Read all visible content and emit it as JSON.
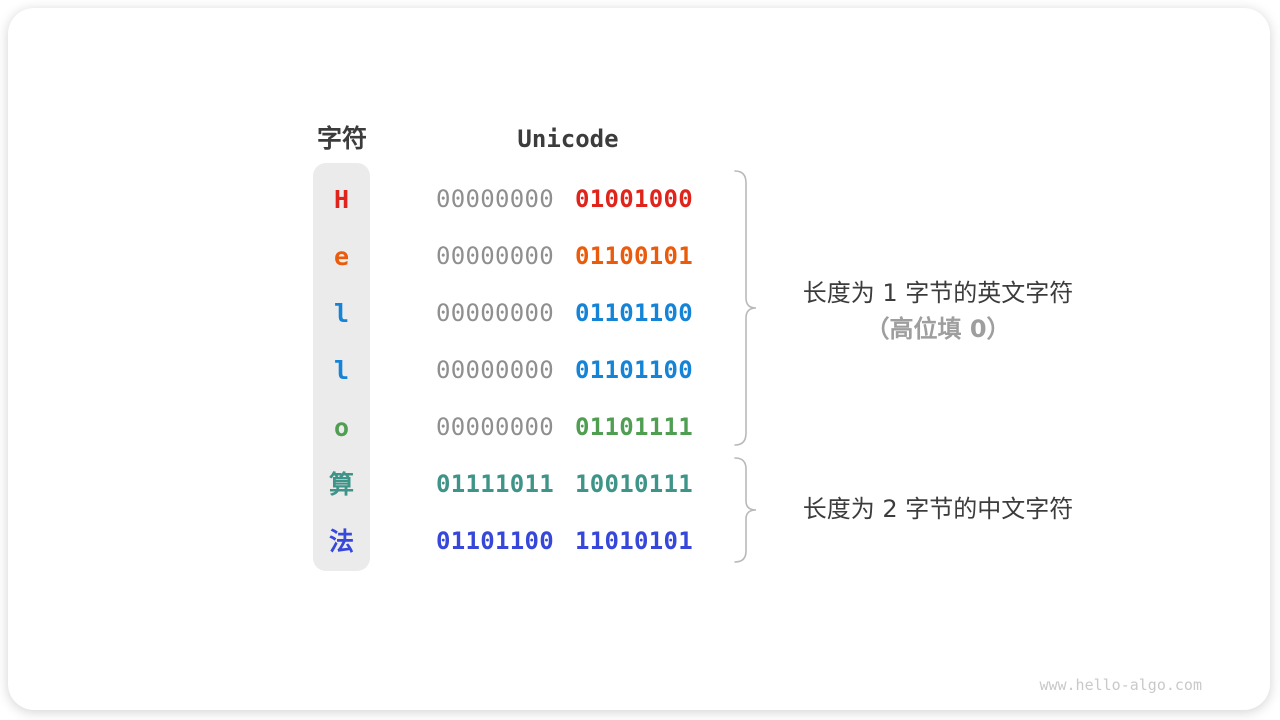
{
  "header": {
    "char_label": "字符",
    "unicode_label": "Unicode"
  },
  "encoding_table": {
    "rows": [
      {
        "char": "H",
        "char_color": "#e0241b",
        "byte1": {
          "text": "00000000",
          "color": "#8f8f8f",
          "bold": false
        },
        "byte2": {
          "text": "01001000",
          "color": "#e0241b",
          "bold": true
        }
      },
      {
        "char": "e",
        "char_color": "#eb5b0c",
        "byte1": {
          "text": "00000000",
          "color": "#8f8f8f",
          "bold": false
        },
        "byte2": {
          "text": "01100101",
          "color": "#eb5b0c",
          "bold": true
        }
      },
      {
        "char": "l",
        "char_color": "#1583d6",
        "byte1": {
          "text": "00000000",
          "color": "#8f8f8f",
          "bold": false
        },
        "byte2": {
          "text": "01101100",
          "color": "#1583d6",
          "bold": true
        }
      },
      {
        "char": "l",
        "char_color": "#1583d6",
        "byte1": {
          "text": "00000000",
          "color": "#8f8f8f",
          "bold": false
        },
        "byte2": {
          "text": "01101100",
          "color": "#1583d6",
          "bold": true
        }
      },
      {
        "char": "o",
        "char_color": "#4f9e52",
        "byte1": {
          "text": "00000000",
          "color": "#8f8f8f",
          "bold": false
        },
        "byte2": {
          "text": "01101111",
          "color": "#4f9e52",
          "bold": true
        }
      },
      {
        "char": "算",
        "char_color": "#3e9489",
        "byte1": {
          "text": "01111011",
          "color": "#3e9489",
          "bold": true
        },
        "byte2": {
          "text": "10010111",
          "color": "#3e9489",
          "bold": true
        }
      },
      {
        "char": "法",
        "char_color": "#3647d9",
        "byte1": {
          "text": "01101100",
          "color": "#3647d9",
          "bold": true
        },
        "byte2": {
          "text": "11010101",
          "color": "#3647d9",
          "bold": true
        }
      }
    ]
  },
  "annotations": {
    "english": {
      "line1": "长度为 1 字节的英文字符",
      "line2": "（高位填 0）"
    },
    "chinese": {
      "line1": "长度为 2 字节的中文字符"
    }
  },
  "watermark": "www.hello-algo.com",
  "colors": {
    "byte_gray": "#8f8f8f",
    "text_dark": "#3c3c3c",
    "text_gray": "#9e9e9e",
    "brace": "#b9b9b9",
    "char_col_bg": "#ebebeb",
    "watermark": "#c9c9c9"
  }
}
